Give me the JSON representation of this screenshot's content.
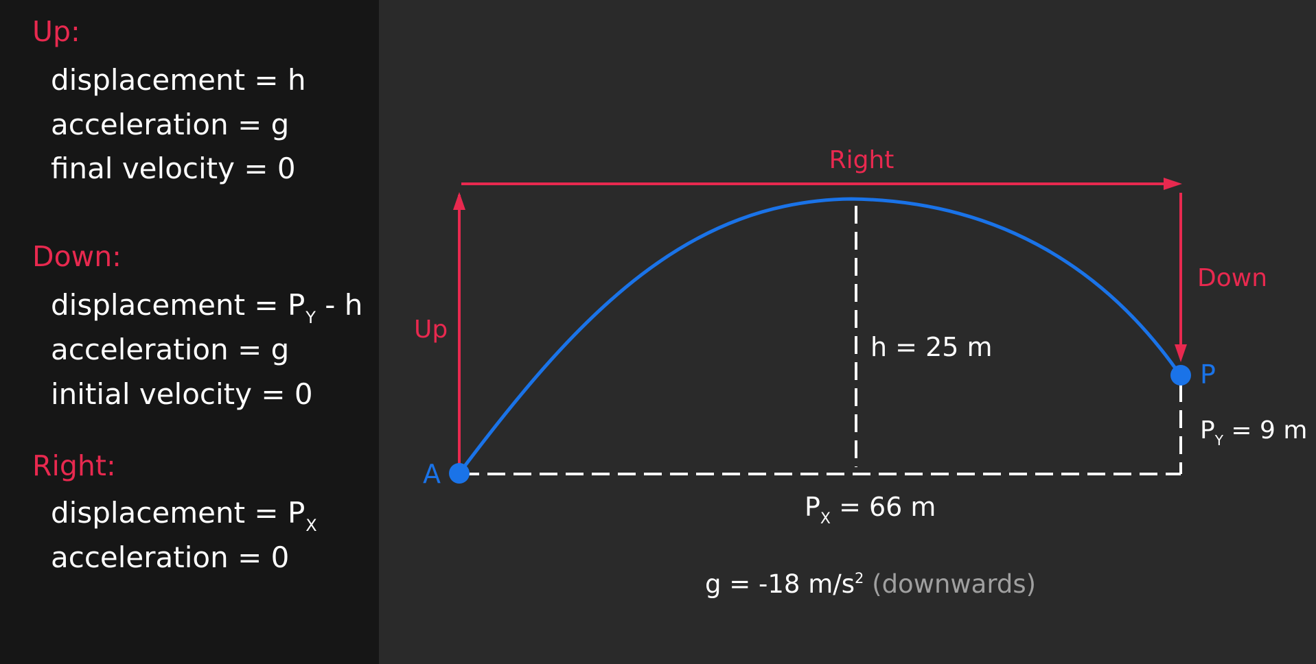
{
  "panel": {
    "up": {
      "heading": "Up:",
      "lines": [
        "displacement = h",
        "acceleration = g",
        "final velocity = 0"
      ]
    },
    "down": {
      "heading": "Down:",
      "displacement_prefix": "displacement = P",
      "displacement_sub": "Y",
      "displacement_suffix": " - h",
      "lines": [
        "acceleration = g",
        "initial velocity = 0"
      ]
    },
    "right": {
      "heading": "Right:",
      "displacement_prefix": "displacement = P",
      "displacement_sub": "X",
      "lines": [
        "acceleration = 0"
      ]
    }
  },
  "diagram": {
    "arrow_labels": {
      "up": "Up",
      "right": "Right",
      "down": "Down"
    },
    "points": {
      "start": "A",
      "end": "P"
    },
    "height": {
      "text": "h = 25 m",
      "value": 25,
      "unit": "m"
    },
    "px": {
      "prefix": "P",
      "sub": "X",
      "suffix": " = 66 m",
      "value": 66,
      "unit": "m"
    },
    "py": {
      "prefix": "P",
      "sub": "Y",
      "suffix": " = 9 m",
      "value": 9,
      "unit": "m"
    },
    "gravity": {
      "main": "g = -18 m/s",
      "sup": "2",
      "note": " (downwards)",
      "value": -18
    }
  },
  "colors": {
    "accent_red": "#e8294f",
    "trajectory_blue": "#1a73e8",
    "background": "#2a2a2a",
    "panel_bg": "#161616",
    "muted_text": "#a0a0a0"
  }
}
